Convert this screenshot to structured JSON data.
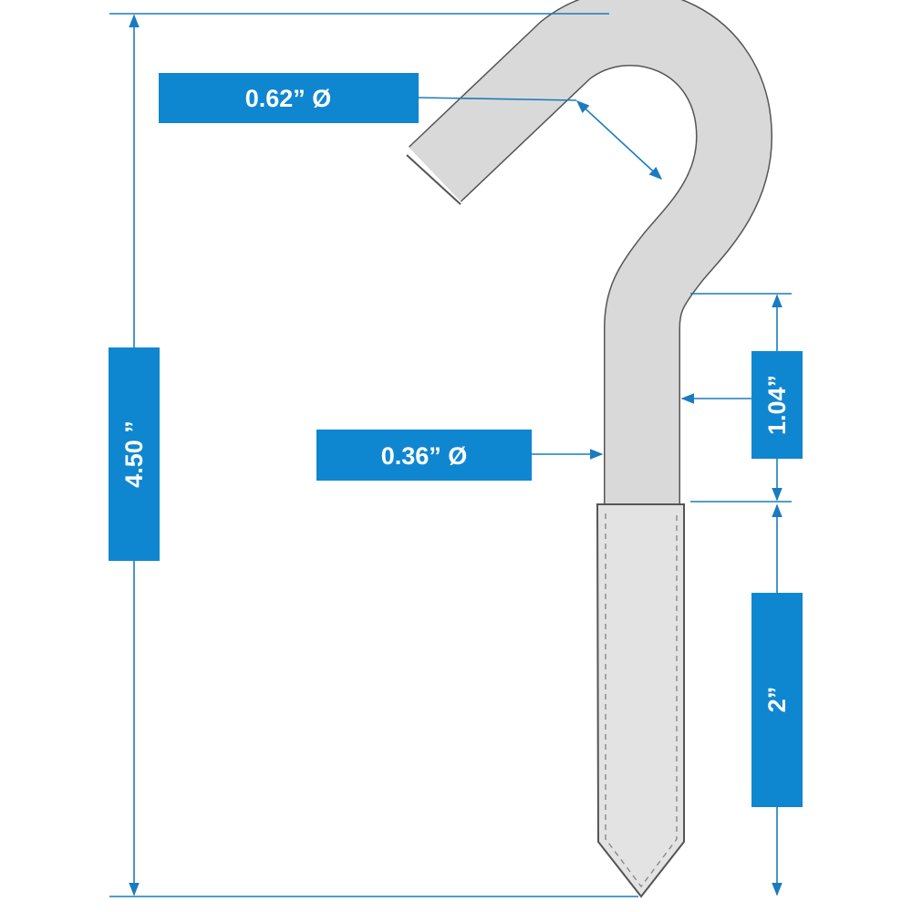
{
  "colors": {
    "label_box": "#0f86d0",
    "dimension_line": "#1a7bbf",
    "hook_fill": "#d9d9d9",
    "hook_outline": "#555555",
    "thread_fill": "#e3e3e3",
    "background": "#ffffff"
  },
  "dimensions": {
    "overall_length": "4.50 ”",
    "hook_opening": "0.62” Ø",
    "shank_diameter": "0.36” Ø",
    "unthreaded_length": "1.04”",
    "thread_length": "2”"
  }
}
